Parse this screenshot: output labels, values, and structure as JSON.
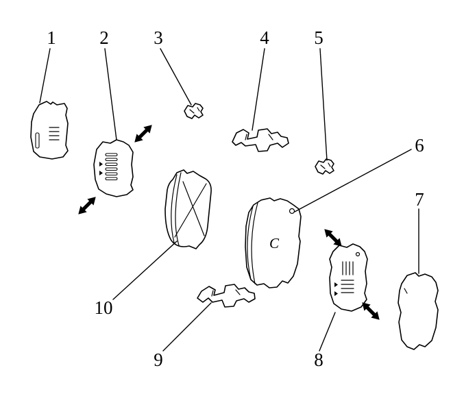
{
  "canvas": {
    "background_color": "#ffffff",
    "line_color": "#000000"
  },
  "callouts": [
    {
      "label": "1"
    },
    {
      "label": "2"
    },
    {
      "label": "3"
    },
    {
      "label": "4"
    },
    {
      "label": "5"
    },
    {
      "label": "6"
    },
    {
      "label": "7"
    },
    {
      "label": "8"
    },
    {
      "label": "9"
    },
    {
      "label": "10"
    }
  ],
  "markings": {
    "pad_letter": "C"
  },
  "icons": {
    "direction_arrow": "double-headed-diagonal-arrow"
  }
}
